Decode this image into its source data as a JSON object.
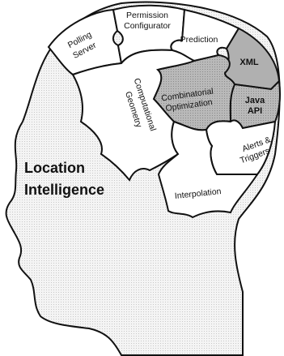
{
  "diagram": {
    "main_label_line1": "Location",
    "main_label_line2": "Intelligence",
    "pieces": {
      "polling_line1": "Polling",
      "polling_line2": "Server",
      "permission_line1": "Permission",
      "permission_line2": "Configurator",
      "prediction": "Prediction",
      "xml": "XML",
      "java_line1": "Java",
      "java_line2": "API",
      "combinatorial_line1": "Combinatorial",
      "combinatorial_line2": "Optimization",
      "computational_line1": "Computational",
      "computational_line2": "Geometry",
      "alerts_line1": "Alerts &",
      "alerts_line2": "Triggers",
      "interpolation": "Interpolation"
    },
    "colors": {
      "outline": "#111111",
      "head_fill": "#f2f2f2",
      "piece_light": "#e8e8e8",
      "piece_gray": "#bdbdbd",
      "piece_dark": "#9e9e9e"
    }
  }
}
